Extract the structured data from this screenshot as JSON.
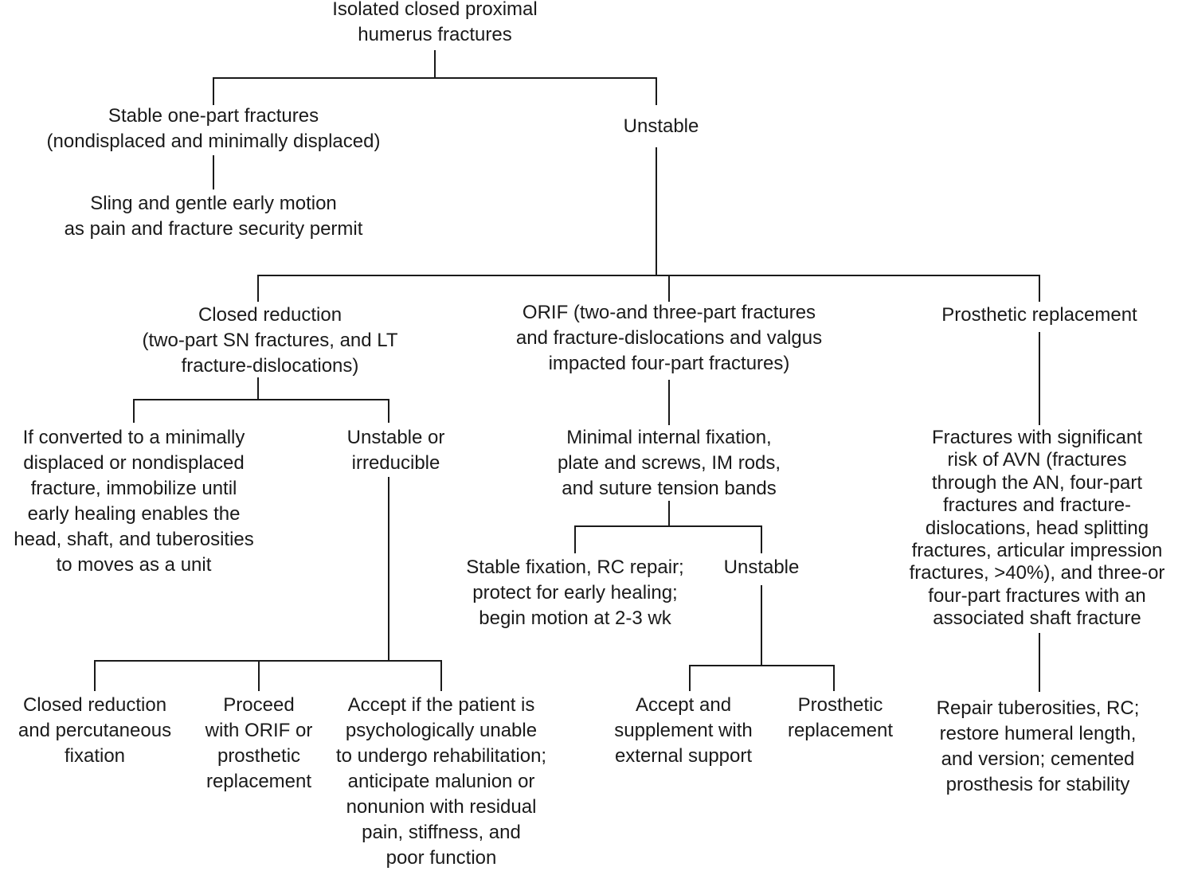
{
  "diagram": {
    "nodes": {
      "root": {
        "lines": [
          "Isolated closed proximal",
          "humerus fractures"
        ]
      },
      "stable": {
        "lines": [
          "Stable one-part fractures",
          "(nondisplaced and minimally displaced)"
        ]
      },
      "sling": {
        "lines": [
          "Sling and gentle early motion",
          "as pain and fracture security permit"
        ]
      },
      "unstable": {
        "lines": [
          "Unstable"
        ]
      },
      "closed_reduction": {
        "lines": [
          "Closed reduction",
          "(two-part SN fractures, and LT",
          "fracture-dislocations)"
        ]
      },
      "orif": {
        "lines": [
          "ORIF (two-and three-part fractures",
          "and fracture-dislocations and valgus",
          "impacted four-part fractures)"
        ]
      },
      "prosthetic": {
        "lines": [
          "Prosthetic replacement"
        ]
      },
      "converted": {
        "lines": [
          "If converted to a minimally",
          "displaced or nondisplaced",
          "fracture, immobilize until",
          "early healing enables the",
          "head, shaft, and tuberosities",
          "to moves as a unit"
        ]
      },
      "unstable_irreducible": {
        "lines": [
          "Unstable or",
          "irreducible"
        ]
      },
      "minimal_fixation": {
        "lines": [
          "Minimal internal fixation,",
          "plate and screws, IM rods,",
          "and suture tension bands"
        ]
      },
      "avn_risk": {
        "lines": [
          "Fractures with significant",
          "risk of AVN (fractures",
          "through the AN, four-part",
          "fractures and fracture-",
          "dislocations, head splitting",
          "fractures, articular impression",
          "fractures, >40%), and three-or",
          "four-part fractures with an",
          "associated shaft fracture"
        ]
      },
      "stable_fixation": {
        "lines": [
          "Stable fixation, RC repair;",
          "protect for early healing;",
          "begin motion at 2-3 wk"
        ]
      },
      "unstable_fixation": {
        "lines": [
          "Unstable"
        ]
      },
      "closed_percutaneous": {
        "lines": [
          "Closed reduction",
          "and percutaneous",
          "fixation"
        ]
      },
      "proceed_orif": {
        "lines": [
          "Proceed",
          "with ORIF or",
          "prosthetic",
          "replacement"
        ]
      },
      "accept_unable": {
        "lines": [
          "Accept if the patient is",
          "psychologically unable",
          "to undergo rehabilitation;",
          "anticipate malunion or",
          "nonunion with residual",
          "pain, stiffness, and",
          "poor function"
        ]
      },
      "accept_supplement": {
        "lines": [
          "Accept and",
          "supplement with",
          "external support"
        ]
      },
      "prosthetic_2": {
        "lines": [
          "Prosthetic",
          "replacement"
        ]
      },
      "repair_tuberosities": {
        "lines": [
          "Repair tuberosities, RC;",
          "restore humeral length,",
          "and version; cemented",
          "prosthesis for stability"
        ]
      }
    }
  }
}
